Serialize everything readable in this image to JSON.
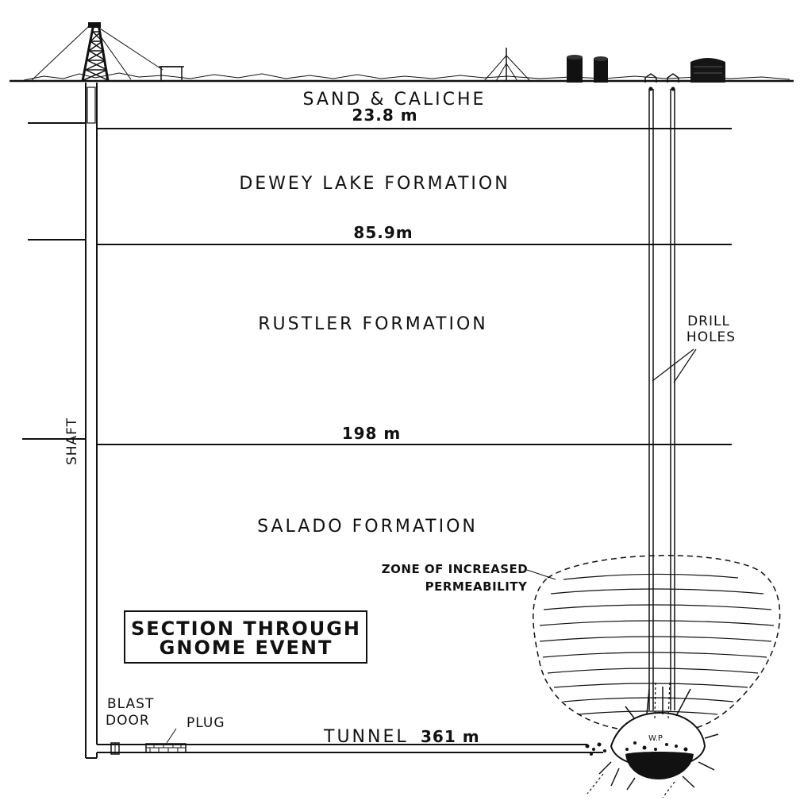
{
  "layers": {
    "sand_caliche": "SAND & CALICHE",
    "dewey_lake": "DEWEY LAKE FORMATION",
    "rustler": "RUSTLER FORMATION",
    "salado": "SALADO FORMATION"
  },
  "depths": {
    "d1": "23.8 m",
    "d2": "85.9m",
    "d3": "198 m",
    "tunnel_label": "TUNNEL",
    "tunnel_depth": "361 m"
  },
  "labels": {
    "shaft": "SHAFT",
    "drill_holes_line1": "DRILL",
    "drill_holes_line2": "HOLES",
    "zone_line1": "ZONE OF INCREASED",
    "zone_line2": "PERMEABILITY",
    "blast_line1": "BLAST",
    "blast_line2": "DOOR",
    "plug": "PLUG",
    "wp": "W.P"
  },
  "title": {
    "line1": "SECTION THROUGH",
    "line2": "GNOME EVENT"
  }
}
